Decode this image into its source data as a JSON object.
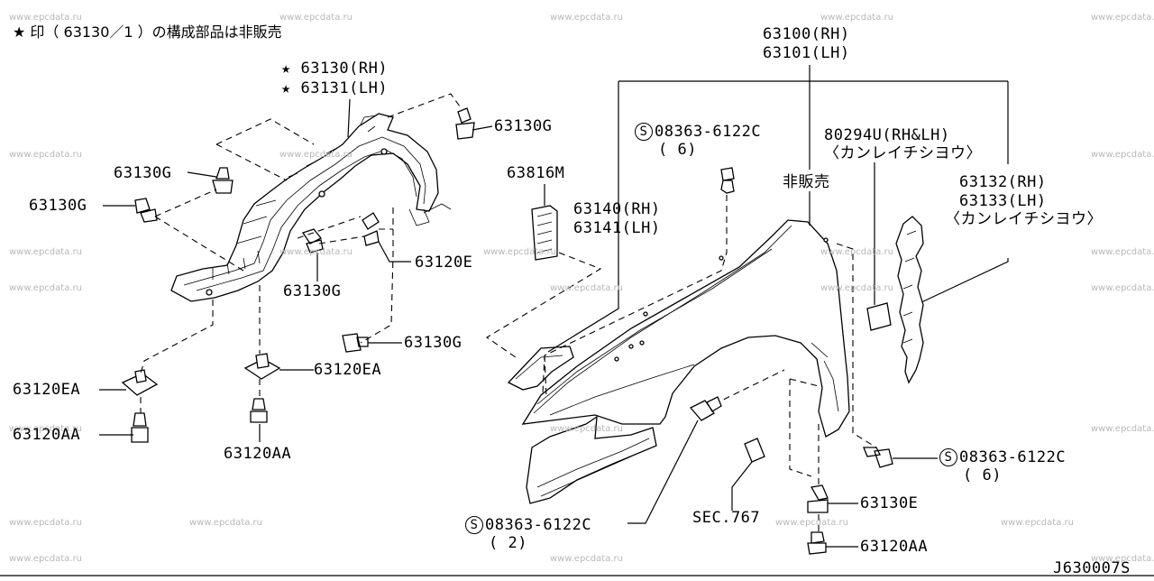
{
  "header_note": "★ 印（ 63130／1 ）の構成部品は非販売",
  "diagram_code": "J630007S",
  "watermark": "www.epcdata.ru",
  "labels": {
    "p63130_rh": "★ 63130(RH)",
    "p63131_lh": "★ 63131(LH)",
    "p63130g_a": "63130G",
    "p63130g_b": "63130G",
    "p63130g_c": "63130G",
    "p63130g_d": "63130G",
    "p63130g_e": "63130G",
    "p63120e": "63120E",
    "p63120ea_a": "63120EA",
    "p63120ea_b": "63120EA",
    "p63120aa_a": "63120AA",
    "p63120aa_b": "63120AA",
    "p63816m": "63816M",
    "p63140_rh": "63140(RH)",
    "p63141_lh": "63141(LH)",
    "p63100_rh": "63100(RH)",
    "p63101_lh": "63101(LH)",
    "bolt_top": "08363-6122C",
    "bolt_top_qty": "( 6)",
    "not_sold": "非販売",
    "p80294u": "80294U(RH&LH)",
    "p80294u_desc": "〈カンレイチシヨウ〉",
    "p63132_rh": "63132(RH)",
    "p63133_lh": "63133(LH)",
    "p63132_desc": "〈カンレイチシヨウ〉",
    "bolt_right": "08363-6122C",
    "bolt_right_qty": "( 6)",
    "bolt_bottom": "08363-6122C",
    "bolt_bottom_qty": "( 2)",
    "sec767": "SEC.767",
    "p63130e": "63130E",
    "p63120aa_c": "63120AA"
  },
  "bolt_symbol": "S"
}
